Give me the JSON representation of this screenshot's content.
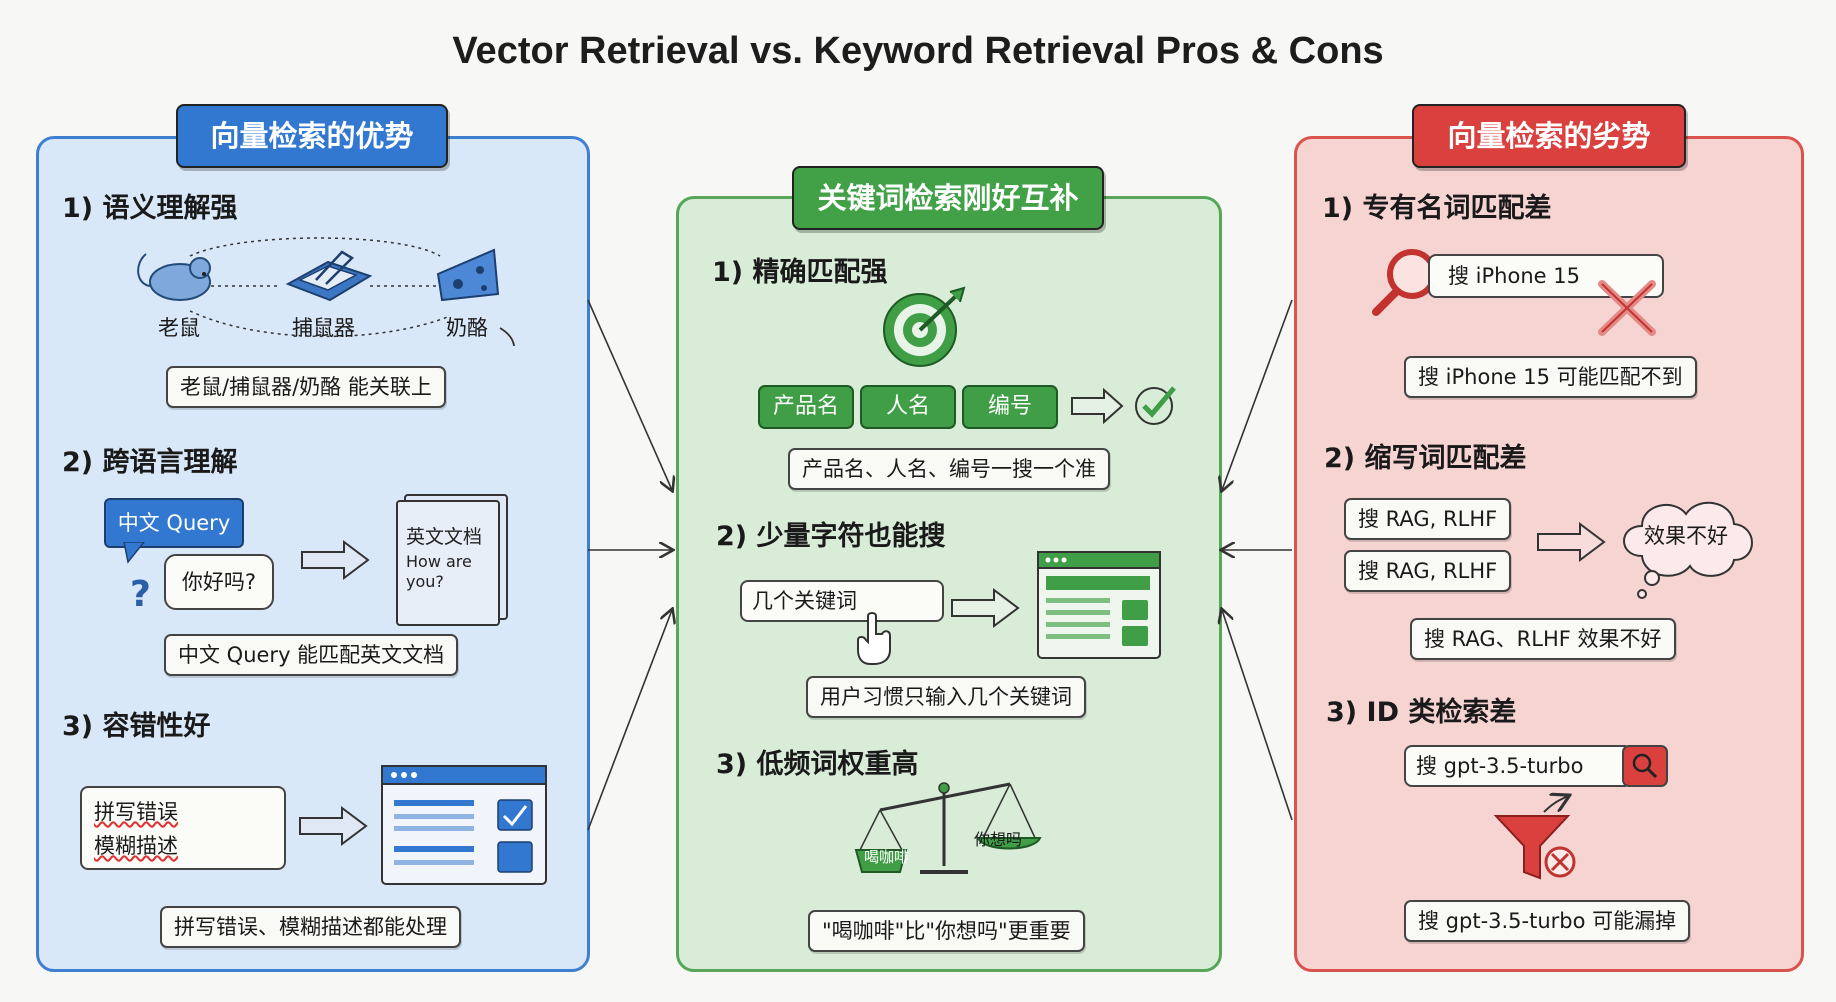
{
  "title": "Vector Retrieval vs. Keyword Retrieval Pros & Cons",
  "left": {
    "tag": "向量检索的优势",
    "s1": {
      "heading": "1) 语义理解强",
      "items": [
        "老鼠",
        "捕鼠器",
        "奶酪"
      ],
      "caption": "老鼠/捕鼠器/奶酪 能关联上"
    },
    "s2": {
      "heading": "2) 跨语言理解",
      "query_bubble": "中文 Query",
      "question": "你好吗?",
      "doc_title": "英文文档",
      "doc_text": "How are you?",
      "caption": "中文 Query 能匹配英文文档"
    },
    "s3": {
      "heading": "3) 容错性好",
      "line1": "拼写错误",
      "line2": "模糊描述",
      "caption": "拼写错误、模糊描述都能处理"
    }
  },
  "center": {
    "tag": "关键词检索刚好互补",
    "s1": {
      "heading": "1) 精确匹配强",
      "pills": [
        "产品名",
        "人名",
        "编号"
      ],
      "caption": "产品名、人名、编号一搜一个准"
    },
    "s2": {
      "heading": "2) 少量字符也能搜",
      "input": "几个关键词",
      "caption": "用户习惯只输入几个关键词"
    },
    "s3": {
      "heading": "3) 低频词权重高",
      "left_weight": "喝咖啡",
      "right_weight": "你想吗",
      "caption": "\"喝咖啡\"比\"你想吗\"更重要"
    }
  },
  "right": {
    "tag": "向量检索的劣势",
    "s1": {
      "heading": "1) 专有名词匹配差",
      "search": "搜 iPhone 15",
      "caption": "搜 iPhone 15 可能匹配不到"
    },
    "s2": {
      "heading": "2) 缩写词匹配差",
      "q1": "搜 RAG, RLHF",
      "q2": "搜 RAG, RLHF",
      "cloud": "效果不好",
      "caption": "搜 RAG、RLHF 效果不好"
    },
    "s3": {
      "heading": "3) ID 类检索差",
      "search": "搜 gpt-3.5-turbo",
      "caption": "搜 gpt-3.5-turbo 可能漏掉"
    }
  },
  "colors": {
    "blue": "#3277d0",
    "green": "#42a047",
    "red": "#d9403e"
  }
}
